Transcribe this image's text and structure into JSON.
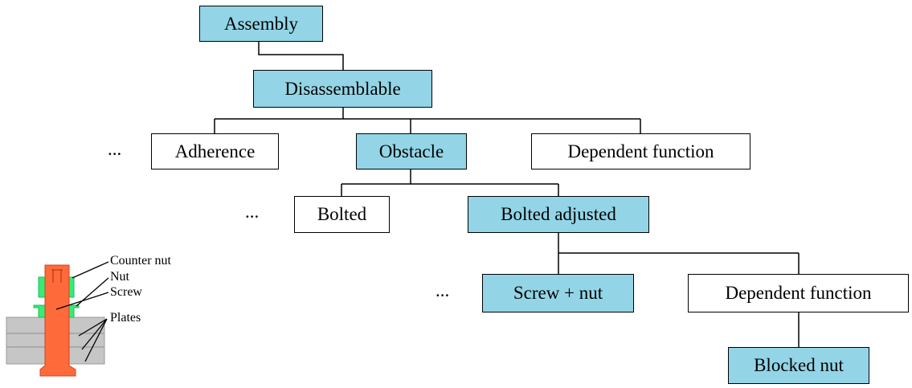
{
  "nodes": {
    "assembly": "Assembly",
    "disassemblable": "Disassemblable",
    "adherence": "Adherence",
    "obstacle": "Obstacle",
    "dependent_function_top": "Dependent function",
    "bolted": "Bolted",
    "bolted_adjusted": "Bolted adjusted",
    "screw_nut": "Screw + nut",
    "dependent_function_bottom": "Dependent function",
    "blocked_nut": "Blocked nut"
  },
  "ellipses": [
    "...",
    "...",
    "..."
  ],
  "illustration": {
    "labels": {
      "counter_nut": "Counter nut",
      "nut": "Nut",
      "screw": "Screw",
      "plates": "Plates"
    }
  },
  "colors": {
    "highlight": "#93d5e6",
    "screw": "#ff6a3a",
    "nut": "#33ee77",
    "plates": "#c6c6c6"
  }
}
